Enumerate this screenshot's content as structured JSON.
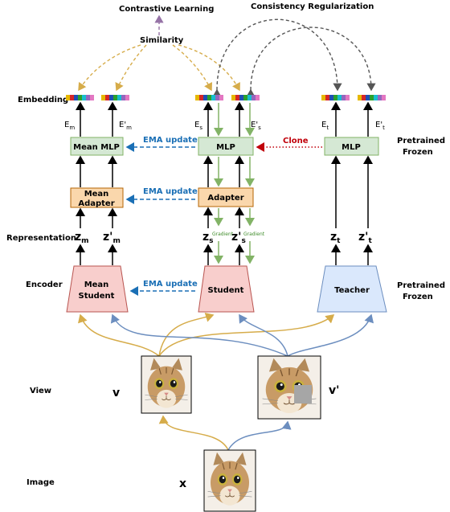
{
  "top": {
    "contrastive": "Contrastive Learning",
    "consistency": "Consistency Regularization",
    "similarity": "Similarity"
  },
  "row_labels": {
    "embedding": "Embedding",
    "representation": "Representation",
    "encoder": "Encoder",
    "view": "View",
    "image": "Image"
  },
  "right_labels": {
    "mlp_line1": "Pretrained",
    "mlp_line2": "Frozen",
    "enc_line1": "Pretrained",
    "enc_line2": "Frozen"
  },
  "boxes": {
    "mean_mlp": "Mean MLP",
    "mlp_student": "MLP",
    "mlp_teacher": "MLP",
    "mean_adapter_line1": "Mean",
    "mean_adapter_line2": "Adapter",
    "adapter": "Adapter",
    "mean_student_line1": "Mean",
    "mean_student_line2": "Student",
    "student": "Student",
    "teacher": "Teacher"
  },
  "arrows": {
    "ema1": "EMA update",
    "ema2": "EMA update",
    "ema3": "EMA update",
    "clone": "Clone",
    "gradient1": "Gradient",
    "gradient2": "Gradient"
  },
  "embeddings": {
    "em": "E",
    "em_sub": "m",
    "em2": "E'",
    "em2_sub": "m",
    "es": "E",
    "es_sub": "s",
    "es2": "E'",
    "es2_sub": "s",
    "et": "E",
    "et_sub": "t",
    "et2": "E'",
    "et2_sub": "t"
  },
  "reps": {
    "z": "z",
    "zp": "z'",
    "m": "m",
    "s": "s",
    "t": "t"
  },
  "views": {
    "v": "v",
    "vp": "v'",
    "x": "x"
  },
  "colors": {
    "mlp_fill": "#d5e8d4",
    "adapter_fill": "#fad7ac",
    "encoder_fill": "#f8cecc",
    "teacher_fill": "#dae8fc",
    "ema_blue": "#1a6fb5",
    "clone_red": "#c0000a",
    "gold": "#d6ac4a",
    "steel": "#6c8ebf",
    "grad_green": "#82b366",
    "purple": "#9673a6"
  }
}
